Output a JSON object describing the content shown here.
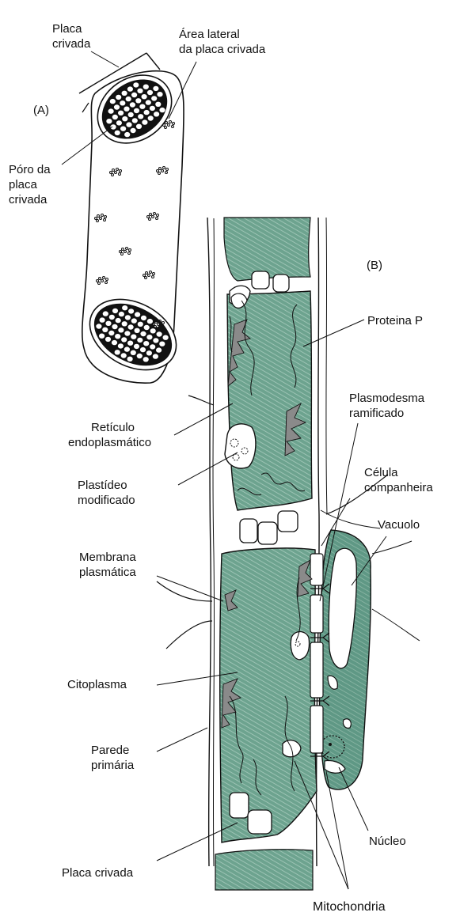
{
  "colors": {
    "cytoplasm": "#6da38f",
    "stripe": "#a7cbbd",
    "companion": "#5f9885",
    "ink": "#111111",
    "wall": "#ffffff",
    "er": "#8a8a8a",
    "background": "#ffffff"
  },
  "panels": {
    "a": "(A)",
    "b": "(B)"
  },
  "labels": {
    "placa_crivada_top_1": "Placa",
    "placa_crivada_top_2": "crivada",
    "area_lateral_1": "Área lateral",
    "area_lateral_2": "da placa crivada",
    "poro_1": "Póro da",
    "poro_2": "placa",
    "poro_3": "crivada",
    "proteina_p": "Proteina P",
    "plasmodesma_1": "Plasmodesma",
    "plasmodesma_2": "ramificado",
    "reticulo_1": "Retículo",
    "reticulo_2": "endoplasmático",
    "celula_1": "Célula",
    "celula_2": "companheira",
    "plastideo_1": "Plastídeo",
    "plastideo_2": "modificado",
    "vacuolo": "Vacuolo",
    "membrana_1": "Membrana",
    "membrana_2": "plasmática",
    "citoplasma": "Citoplasma",
    "parede_1": "Parede",
    "parede_2": "primária",
    "nucleo": "Núcleo",
    "placa_crivada_bottom": "Placa crivada",
    "mitochondria": "Mitochondria"
  },
  "icons": [
    "sieve-tube-element-diagram",
    "sieve-plate",
    "companion-cell",
    "nucleus",
    "mitochondria",
    "plastid"
  ]
}
